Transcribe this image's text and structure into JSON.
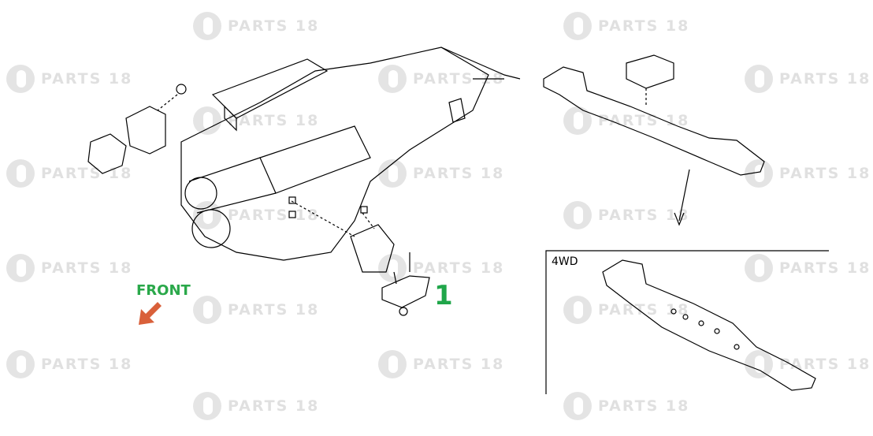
{
  "watermark": {
    "text": "PARTS 18"
  },
  "diagram": {
    "front_label": "FRONT",
    "callout_number": "1",
    "variant_label": "4WD",
    "colors": {
      "callout": "#20a64a",
      "front_arrow": "#d9603a",
      "front_text": "#2aa84a"
    }
  }
}
